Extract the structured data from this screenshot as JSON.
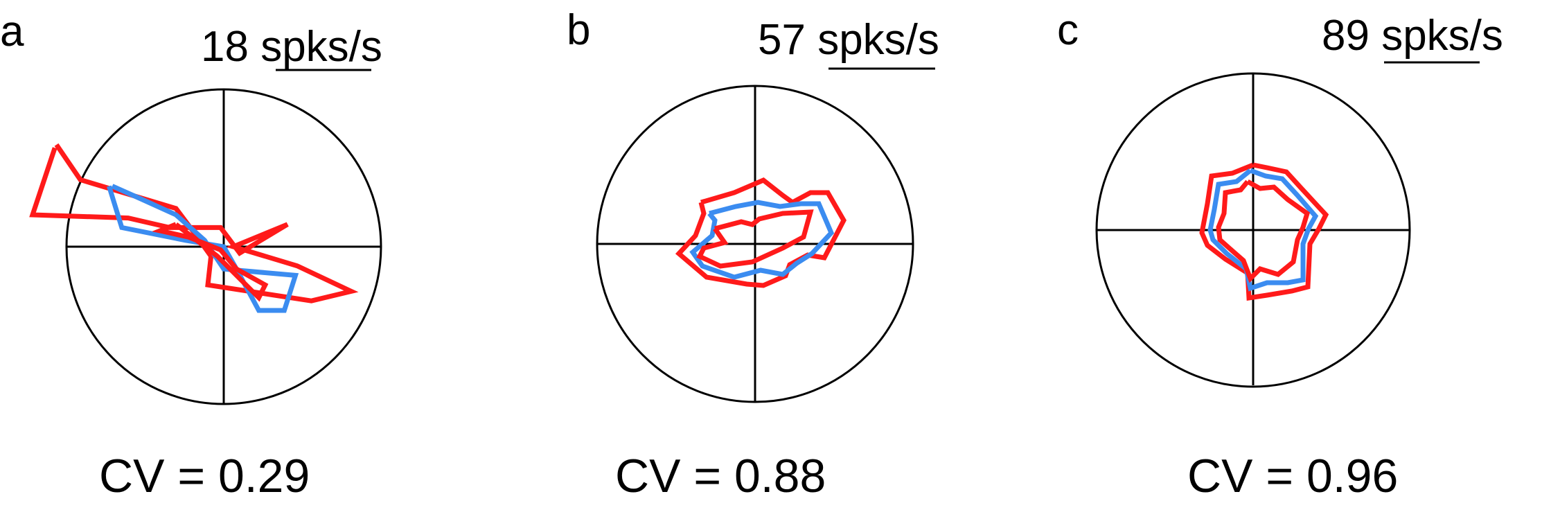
{
  "colors": {
    "outer": "#ff1a1a",
    "mean": "#3b8cf0",
    "axis": "#000000"
  },
  "chart_data": [
    {
      "type": "polar",
      "panel_label": "a",
      "scale_label": "18 spks/s",
      "scale_value_spks": 18,
      "cv_text": "CV = 0.29",
      "cv": 0.29,
      "series": [
        {
          "role": "upper",
          "points": [
            [
              -105,
              64
            ],
            [
              -90,
              42
            ],
            [
              -30,
              24
            ],
            [
              -18,
              8
            ],
            [
              -8,
              -6
            ],
            [
              -10,
              -24
            ],
            [
              55,
              -34
            ],
            [
              80,
              -28
            ],
            [
              46,
              -12
            ],
            [
              6,
              0
            ],
            [
              40,
              14
            ],
            [
              10,
              -4
            ],
            [
              -2,
              12
            ],
            [
              -34,
              12
            ],
            [
              -60,
              18
            ],
            [
              -120,
              20
            ],
            [
              -106,
              62
            ]
          ]
        },
        {
          "role": "mean",
          "points": [
            [
              -70,
              38
            ],
            [
              -52,
              30
            ],
            [
              -30,
              20
            ],
            [
              -12,
              4
            ],
            [
              -4,
              -8
            ],
            [
              0,
              -14
            ],
            [
              45,
              -18
            ],
            [
              38,
              -40
            ],
            [
              22,
              -40
            ],
            [
              8,
              -14
            ],
            [
              0,
              0
            ],
            [
              -24,
              4
            ],
            [
              -64,
              12
            ],
            [
              -72,
              38
            ]
          ]
        },
        {
          "role": "lower",
          "points": [
            [
              -30,
              14
            ],
            [
              -40,
              10
            ],
            [
              -22,
              6
            ],
            [
              -2,
              -2
            ],
            [
              8,
              -14
            ],
            [
              26,
              -24
            ],
            [
              22,
              -32
            ],
            [
              -4,
              -6
            ],
            [
              -30,
              14
            ]
          ]
        }
      ]
    },
    {
      "type": "polar",
      "panel_label": "b",
      "scale_label": "57 spks/s",
      "scale_value_spks": 57,
      "cv_text": "CV = 0.88",
      "cv": 0.88,
      "series": [
        {
          "role": "upper",
          "points": [
            [
              -78,
              60
            ],
            [
              -30,
              74
            ],
            [
              12,
              92
            ],
            [
              40,
              70
            ],
            [
              54,
              60
            ],
            [
              80,
              74
            ],
            [
              105,
              74
            ],
            [
              128,
              34
            ],
            [
              100,
              -20
            ],
            [
              76,
              -16
            ],
            [
              50,
              -30
            ],
            [
              44,
              -46
            ],
            [
              12,
              -60
            ],
            [
              -12,
              -58
            ],
            [
              -70,
              -48
            ],
            [
              -110,
              -14
            ],
            [
              -86,
              12
            ],
            [
              -74,
              44
            ],
            [
              -78,
              60
            ]
          ]
        },
        {
          "role": "mean",
          "points": [
            [
              -66,
              44
            ],
            [
              -28,
              54
            ],
            [
              4,
              60
            ],
            [
              36,
              54
            ],
            [
              66,
              58
            ],
            [
              92,
              58
            ],
            [
              110,
              16
            ],
            [
              82,
              -14
            ],
            [
              60,
              -28
            ],
            [
              40,
              -44
            ],
            [
              8,
              -38
            ],
            [
              -30,
              -48
            ],
            [
              -76,
              -32
            ],
            [
              -90,
              -12
            ],
            [
              -62,
              12
            ],
            [
              -58,
              34
            ],
            [
              -66,
              44
            ]
          ]
        },
        {
          "role": "lower",
          "points": [
            [
              -58,
              22
            ],
            [
              -20,
              32
            ],
            [
              -4,
              28
            ],
            [
              6,
              36
            ],
            [
              40,
              44
            ],
            [
              80,
              46
            ],
            [
              70,
              10
            ],
            [
              40,
              -6
            ],
            [
              -4,
              -26
            ],
            [
              -50,
              -32
            ],
            [
              -80,
              -18
            ],
            [
              -74,
              -6
            ],
            [
              -44,
              2
            ],
            [
              -58,
              22
            ]
          ]
        }
      ]
    },
    {
      "type": "polar",
      "panel_label": "c",
      "scale_label": "89 spks/s",
      "scale_value_spks": 89,
      "cv_text": "CV = 0.96",
      "cv": 0.96,
      "series": [
        {
          "role": "upper",
          "points": [
            [
              0,
              94
            ],
            [
              20,
              90
            ],
            [
              48,
              84
            ],
            [
              68,
              62
            ],
            [
              105,
              22
            ],
            [
              95,
              2
            ],
            [
              82,
              -20
            ],
            [
              79,
              -82
            ],
            [
              56,
              -88
            ],
            [
              20,
              -94
            ],
            [
              -6,
              -98
            ],
            [
              -8,
              -62
            ],
            [
              -40,
              -42
            ],
            [
              -66,
              -22
            ],
            [
              -74,
              -4
            ],
            [
              -66,
              38
            ],
            [
              -60,
              78
            ],
            [
              -30,
              82
            ],
            [
              0,
              94
            ]
          ]
        },
        {
          "role": "mean",
          "points": [
            [
              -4,
              86
            ],
            [
              18,
              78
            ],
            [
              42,
              74
            ],
            [
              64,
              50
            ],
            [
              90,
              20
            ],
            [
              80,
              2
            ],
            [
              72,
              -20
            ],
            [
              72,
              -72
            ],
            [
              50,
              -76
            ],
            [
              20,
              -76
            ],
            [
              -4,
              -84
            ],
            [
              -10,
              -56
            ],
            [
              -38,
              -34
            ],
            [
              -58,
              -14
            ],
            [
              -62,
              0
            ],
            [
              -56,
              30
            ],
            [
              -50,
              66
            ],
            [
              -24,
              70
            ],
            [
              -4,
              86
            ]
          ]
        },
        {
          "role": "lower",
          "points": [
            [
              -8,
              70
            ],
            [
              10,
              60
            ],
            [
              30,
              62
            ],
            [
              50,
              44
            ],
            [
              78,
              24
            ],
            [
              72,
              4
            ],
            [
              64,
              -14
            ],
            [
              58,
              -46
            ],
            [
              36,
              -64
            ],
            [
              10,
              -56
            ],
            [
              -4,
              -70
            ],
            [
              -14,
              -44
            ],
            [
              -30,
              -30
            ],
            [
              -48,
              -14
            ],
            [
              -50,
              4
            ],
            [
              -42,
              24
            ],
            [
              -40,
              54
            ],
            [
              -18,
              58
            ],
            [
              -8,
              70
            ]
          ]
        }
      ]
    }
  ]
}
